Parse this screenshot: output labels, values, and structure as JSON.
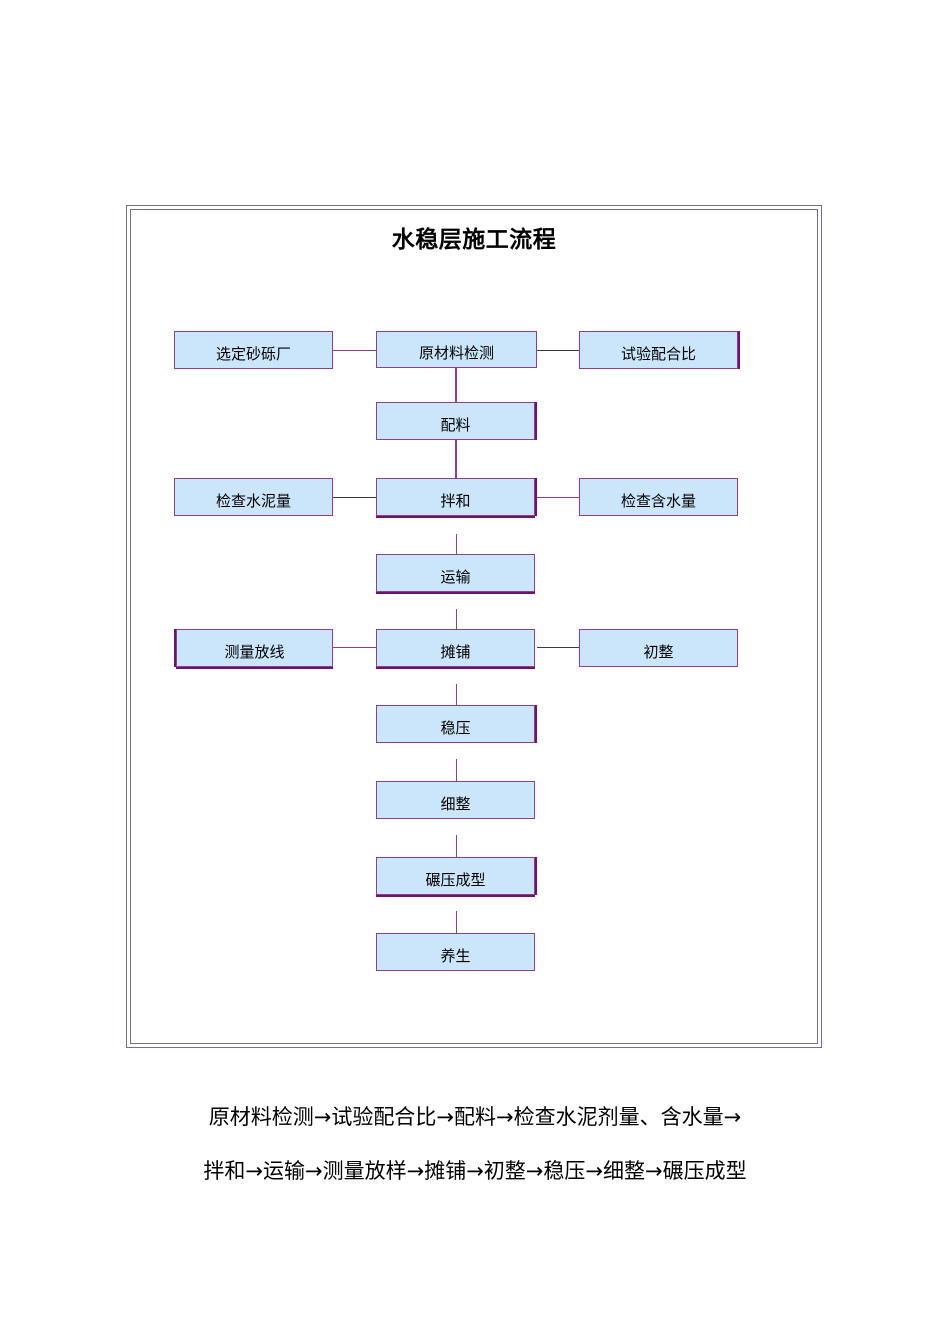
{
  "diagram": {
    "title": "水稳层施工流程",
    "type": "flowchart",
    "colors": {
      "node_fill": "#cbe6fb",
      "node_border": "#8e3f8e",
      "node_shadow": "#6d126d",
      "frame_border": "#6f6f8e",
      "edge_purple": "#8e3f8e",
      "edge_gray": "#3a3a3a",
      "text": "#000000",
      "background": "#ffffff"
    },
    "nodes": [
      {
        "id": "n1",
        "label": "选定砂砾厂",
        "column": "left",
        "row": 1
      },
      {
        "id": "n2",
        "label": "原材料检测",
        "column": "center",
        "row": 1
      },
      {
        "id": "n3",
        "label": "试验配合比",
        "column": "right",
        "row": 1
      },
      {
        "id": "n4",
        "label": "配料",
        "column": "center",
        "row": 2
      },
      {
        "id": "n5",
        "label": "检查水泥量",
        "column": "left",
        "row": 3
      },
      {
        "id": "n6",
        "label": "拌和",
        "column": "center",
        "row": 3
      },
      {
        "id": "n7",
        "label": "检查含水量",
        "column": "right",
        "row": 3
      },
      {
        "id": "n8",
        "label": "运输",
        "column": "center",
        "row": 4
      },
      {
        "id": "n9",
        "label": "测量放线",
        "column": "left",
        "row": 5
      },
      {
        "id": "n10",
        "label": "摊铺",
        "column": "center",
        "row": 5
      },
      {
        "id": "n11",
        "label": "初整",
        "column": "right",
        "row": 5
      },
      {
        "id": "n12",
        "label": "稳压",
        "column": "center",
        "row": 6
      },
      {
        "id": "n13",
        "label": "细整",
        "column": "center",
        "row": 7
      },
      {
        "id": "n14",
        "label": "碾压成型",
        "column": "center",
        "row": 8
      },
      {
        "id": "n15",
        "label": "养生",
        "column": "center",
        "row": 9
      }
    ],
    "edges": [
      {
        "from": "n1",
        "to": "n2",
        "orientation": "horizontal",
        "color": "purple"
      },
      {
        "from": "n2",
        "to": "n3",
        "orientation": "horizontal",
        "color": "gray"
      },
      {
        "from": "n2",
        "to": "n4",
        "orientation": "vertical",
        "color": "purple"
      },
      {
        "from": "n4",
        "to": "n6",
        "orientation": "vertical",
        "color": "purple"
      },
      {
        "from": "n5",
        "to": "n6",
        "orientation": "horizontal",
        "color": "gray"
      },
      {
        "from": "n6",
        "to": "n7",
        "orientation": "horizontal",
        "color": "purple"
      },
      {
        "from": "n6",
        "to": "n8",
        "orientation": "vertical",
        "color": "purple"
      },
      {
        "from": "n8",
        "to": "n10",
        "orientation": "vertical",
        "color": "purple"
      },
      {
        "from": "n9",
        "to": "n10",
        "orientation": "horizontal",
        "color": "purple"
      },
      {
        "from": "n10",
        "to": "n11",
        "orientation": "horizontal",
        "color": "gray"
      },
      {
        "from": "n10",
        "to": "n12",
        "orientation": "vertical",
        "color": "purple"
      },
      {
        "from": "n12",
        "to": "n13",
        "orientation": "vertical",
        "color": "purple"
      },
      {
        "from": "n13",
        "to": "n14",
        "orientation": "vertical",
        "color": "purple"
      },
      {
        "from": "n14",
        "to": "n15",
        "orientation": "vertical",
        "color": "purple"
      }
    ]
  },
  "caption": {
    "line1": "原材料检测→试验配合比→配料→检查水泥剂量、含水量→",
    "line2": "拌和→运输→测量放样→摊铺→初整→稳压→细整→碾压成型"
  }
}
